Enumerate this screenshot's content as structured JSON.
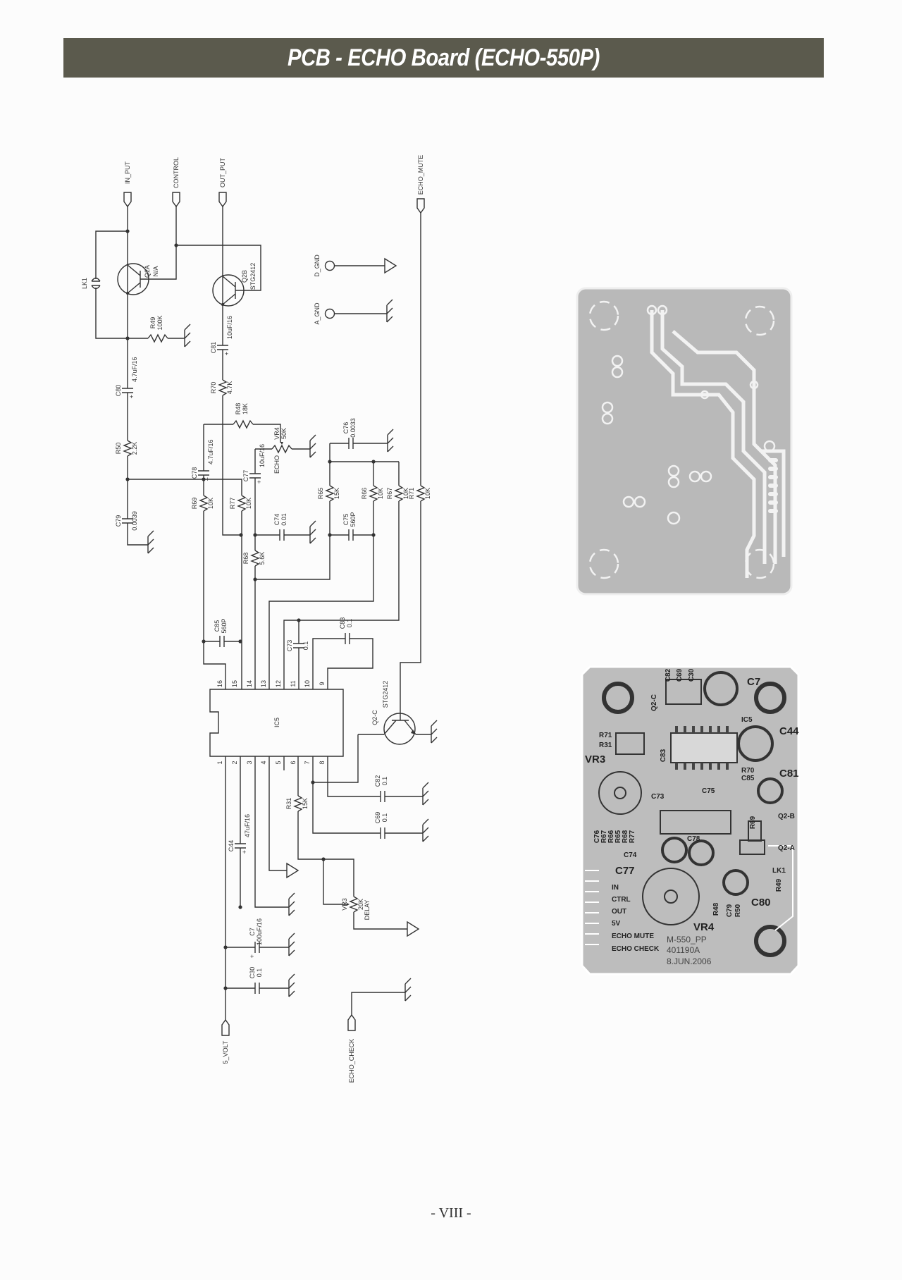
{
  "title": "PCB - ECHO Board (ECHO-550P)",
  "page_number": "- VIII -",
  "ports": {
    "in_put": "IN_PUT",
    "control": "CONTROL",
    "out_put": "OUT_PUT",
    "echo_mute": "ECHO_MUTE",
    "d_gnd": "D_GND",
    "a_gnd": "A_GND",
    "five_volt": "5_VOLT",
    "echo_check": "ECHO_CHECK"
  },
  "components": {
    "Q2A": {
      "ref": "Q2A",
      "value": "N/A"
    },
    "Q2B": {
      "ref": "Q2B",
      "value": "STG2412"
    },
    "Q2C": {
      "ref": "Q2-C",
      "value": "STG2412"
    },
    "LK1": {
      "ref": "LK1"
    },
    "IC5": {
      "ref": "IC5"
    },
    "R49": {
      "ref": "R49",
      "value": "100K"
    },
    "R50": {
      "ref": "R50",
      "value": "2.2K"
    },
    "R70": {
      "ref": "R70",
      "value": "4.7K"
    },
    "R48": {
      "ref": "R48",
      "value": "18K"
    },
    "R69": {
      "ref": "R69",
      "value": "10K"
    },
    "R77": {
      "ref": "R77",
      "value": "10K"
    },
    "R65": {
      "ref": "R65",
      "value": "15K"
    },
    "R66": {
      "ref": "R66",
      "value": "10K"
    },
    "R67": {
      "ref": "R67",
      "value": "10K"
    },
    "R71": {
      "ref": "R71",
      "value": "10K"
    },
    "R68": {
      "ref": "R68",
      "value": "5.6K"
    },
    "R31": {
      "ref": "R31",
      "value": "15K"
    },
    "VR4": {
      "ref": "VR4",
      "value": "50K",
      "name": "ECHO"
    },
    "VR3": {
      "ref": "VR3",
      "value": "20K",
      "name": "DELAY"
    },
    "C81": {
      "ref": "C81",
      "value": "10uF/16"
    },
    "C80": {
      "ref": "C80",
      "value": "4.7uF/16"
    },
    "C78": {
      "ref": "C78",
      "value": "4.7uF/16"
    },
    "C77": {
      "ref": "C77",
      "value": "10uF/16"
    },
    "C79": {
      "ref": "C79",
      "value": "0.0039"
    },
    "C76": {
      "ref": "C76",
      "value": "0.0033"
    },
    "C74": {
      "ref": "C74",
      "value": "0.01"
    },
    "C75": {
      "ref": "C75",
      "value": "560P"
    },
    "C85": {
      "ref": "C85",
      "value": "560P"
    },
    "C73": {
      "ref": "C73",
      "value": "0.1"
    },
    "C83": {
      "ref": "C83",
      "value": "0.1"
    },
    "C82": {
      "ref": "C82",
      "value": "0.1"
    },
    "C69": {
      "ref": "C69",
      "value": "0.1"
    },
    "C44": {
      "ref": "C44",
      "value": "47uF/16"
    },
    "C7": {
      "ref": "C7",
      "value": "100uF/16"
    },
    "C30": {
      "ref": "C30",
      "value": "0.1"
    }
  },
  "ic_pins": [
    "1",
    "2",
    "3",
    "4",
    "5",
    "6",
    "7",
    "8",
    "9",
    "10",
    "11",
    "12",
    "13",
    "14",
    "15",
    "16"
  ],
  "pcb_silkscreen": {
    "C82": "C82",
    "C69": "C69",
    "C30": "C30",
    "Q2C": "Q2-C",
    "C7": "C7",
    "IC5": "IC5",
    "C44": "C44",
    "R71": "R71",
    "R31": "R31",
    "VR3": "VR3",
    "C83": "C83",
    "R70": "R70",
    "C85": "C85",
    "C81": "C81",
    "C73": "C73",
    "C75": "C75",
    "R69": "R69",
    "Q2B": "Q2-B",
    "R77": "R77",
    "R68": "R68",
    "R65": "R65",
    "R66": "R66",
    "R67": "R67",
    "C76": "C76",
    "C78": "C78",
    "Q2A": "Q2-A",
    "C74": "C74",
    "C77": "C77",
    "LK1": "LK1",
    "R49": "R49",
    "R48": "R48",
    "C79": "C79",
    "R50": "R50",
    "C80": "C80",
    "VR4": "VR4",
    "pin_in": "IN",
    "pin_ctrl": "CTRL",
    "pin_out": "OUT",
    "pin_5v": "5V",
    "pin_echo_mute": "ECHO MUTE",
    "pin_echo_check": "ECHO CHECK",
    "board_name": "M-550_PP",
    "board_code": "401190A",
    "board_date": "8.JUN.2006"
  }
}
